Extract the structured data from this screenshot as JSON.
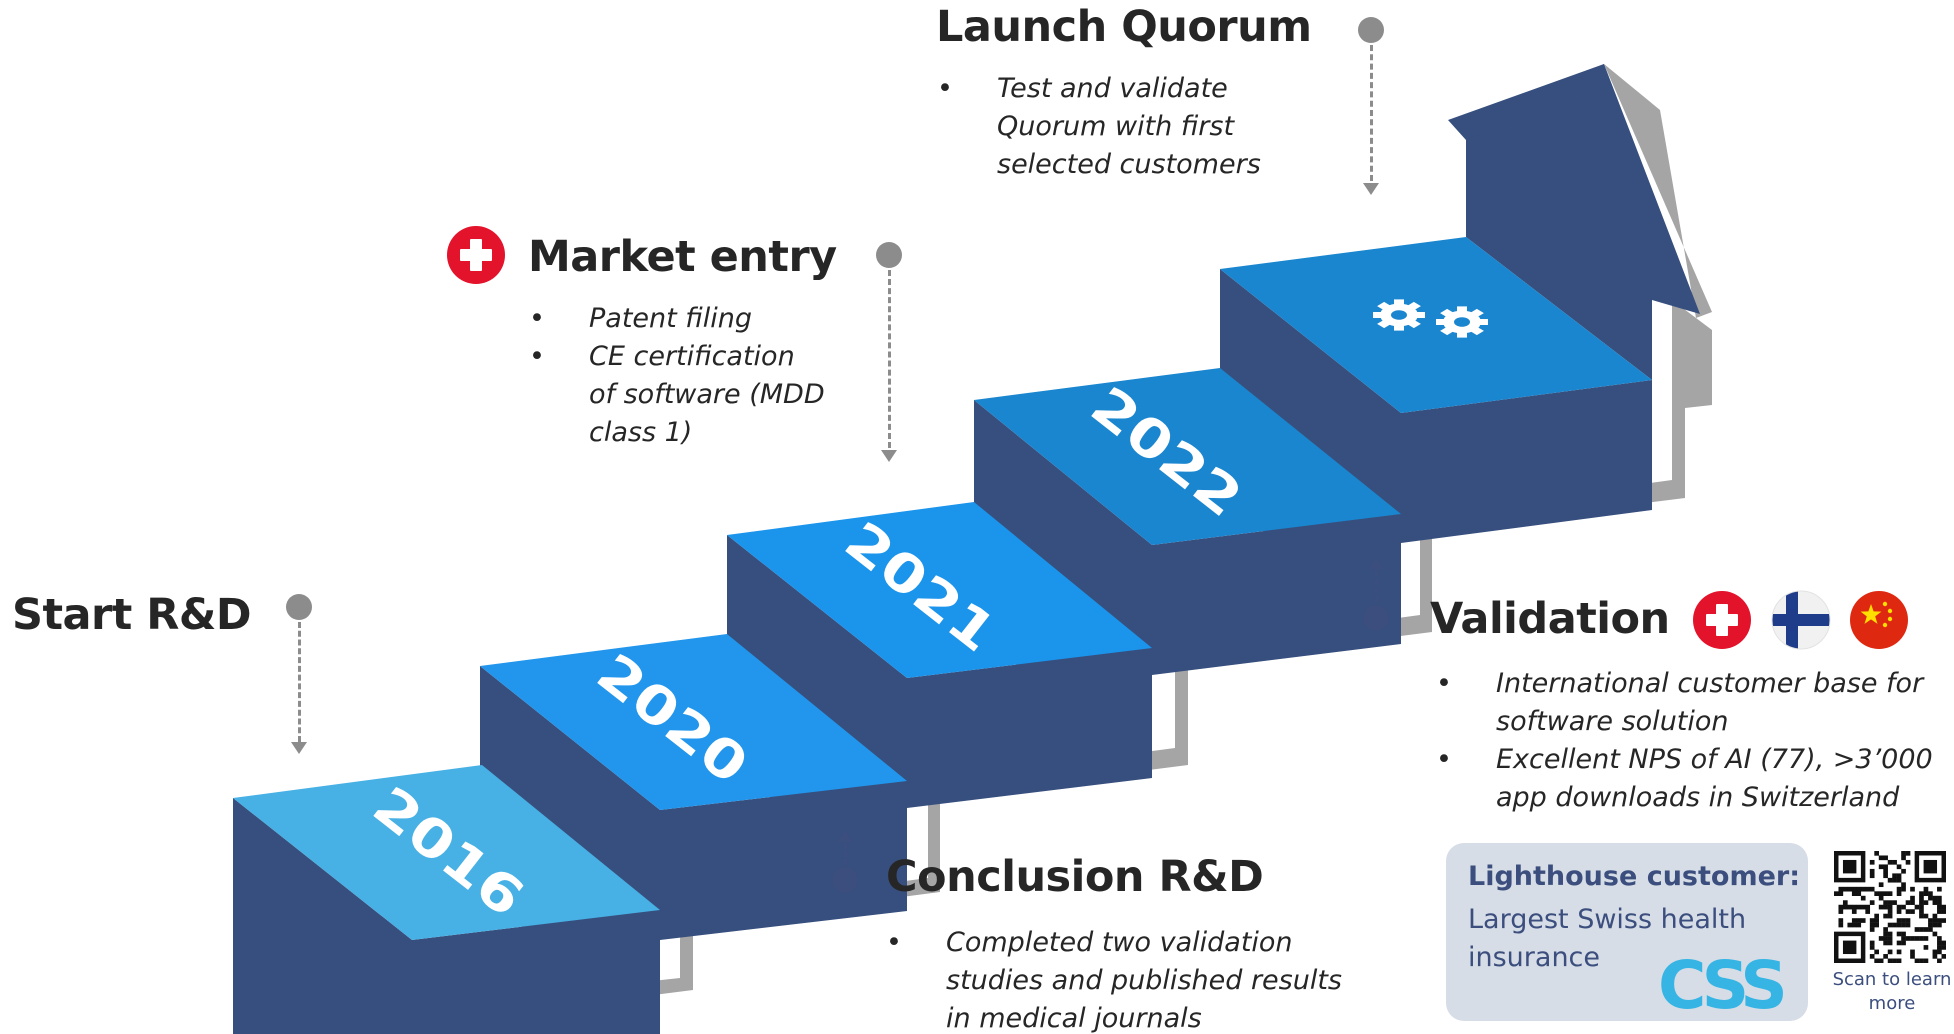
{
  "milestones": {
    "start_rd": {
      "title": "Start R&D"
    },
    "market_entry": {
      "title": "Market entry",
      "bullets": [
        "Patent filing",
        "CE certification of software (MDD class 1)"
      ]
    },
    "launch_quorum": {
      "title": "Launch Quorum",
      "bullets": [
        "Test and validate Quorum with first selected customers"
      ]
    },
    "conclusion_rd": {
      "title": "Conclusion R&D",
      "bullets": [
        "Completed two validation studies and published results in medical journals"
      ]
    },
    "validation": {
      "title": "Validation",
      "bullets": [
        "International customer base for software solution",
        "Excellent NPS of AI (77), >3’000 app downloads in Switzerland"
      ]
    }
  },
  "steps": [
    {
      "year": "2016",
      "color": "#47b0e4"
    },
    {
      "year": "2020",
      "color": "#2196ec"
    },
    {
      "year": "2021",
      "color": "#1b94ec"
    },
    {
      "year": "2022",
      "color": "#1a86cf"
    },
    {
      "year": "",
      "color": "#1a86cf",
      "icon": "gears-icon"
    }
  ],
  "colors": {
    "riser": "#374f7e",
    "shadow": "#a5a5a5",
    "accent_dark": "#3b4e7e",
    "marker_grey": "#8c8c8c",
    "css_blue": "#36b5e5"
  },
  "flags": [
    "switzerland-flag-icon",
    "finland-flag-icon",
    "china-flag-icon"
  ],
  "lighthouse": {
    "title": "Lighthouse customer:",
    "description": "Largest Swiss health insurance",
    "logo_text": "CSS"
  },
  "qr": {
    "icon": "qr-code-icon",
    "caption": "Scan to learn more"
  }
}
